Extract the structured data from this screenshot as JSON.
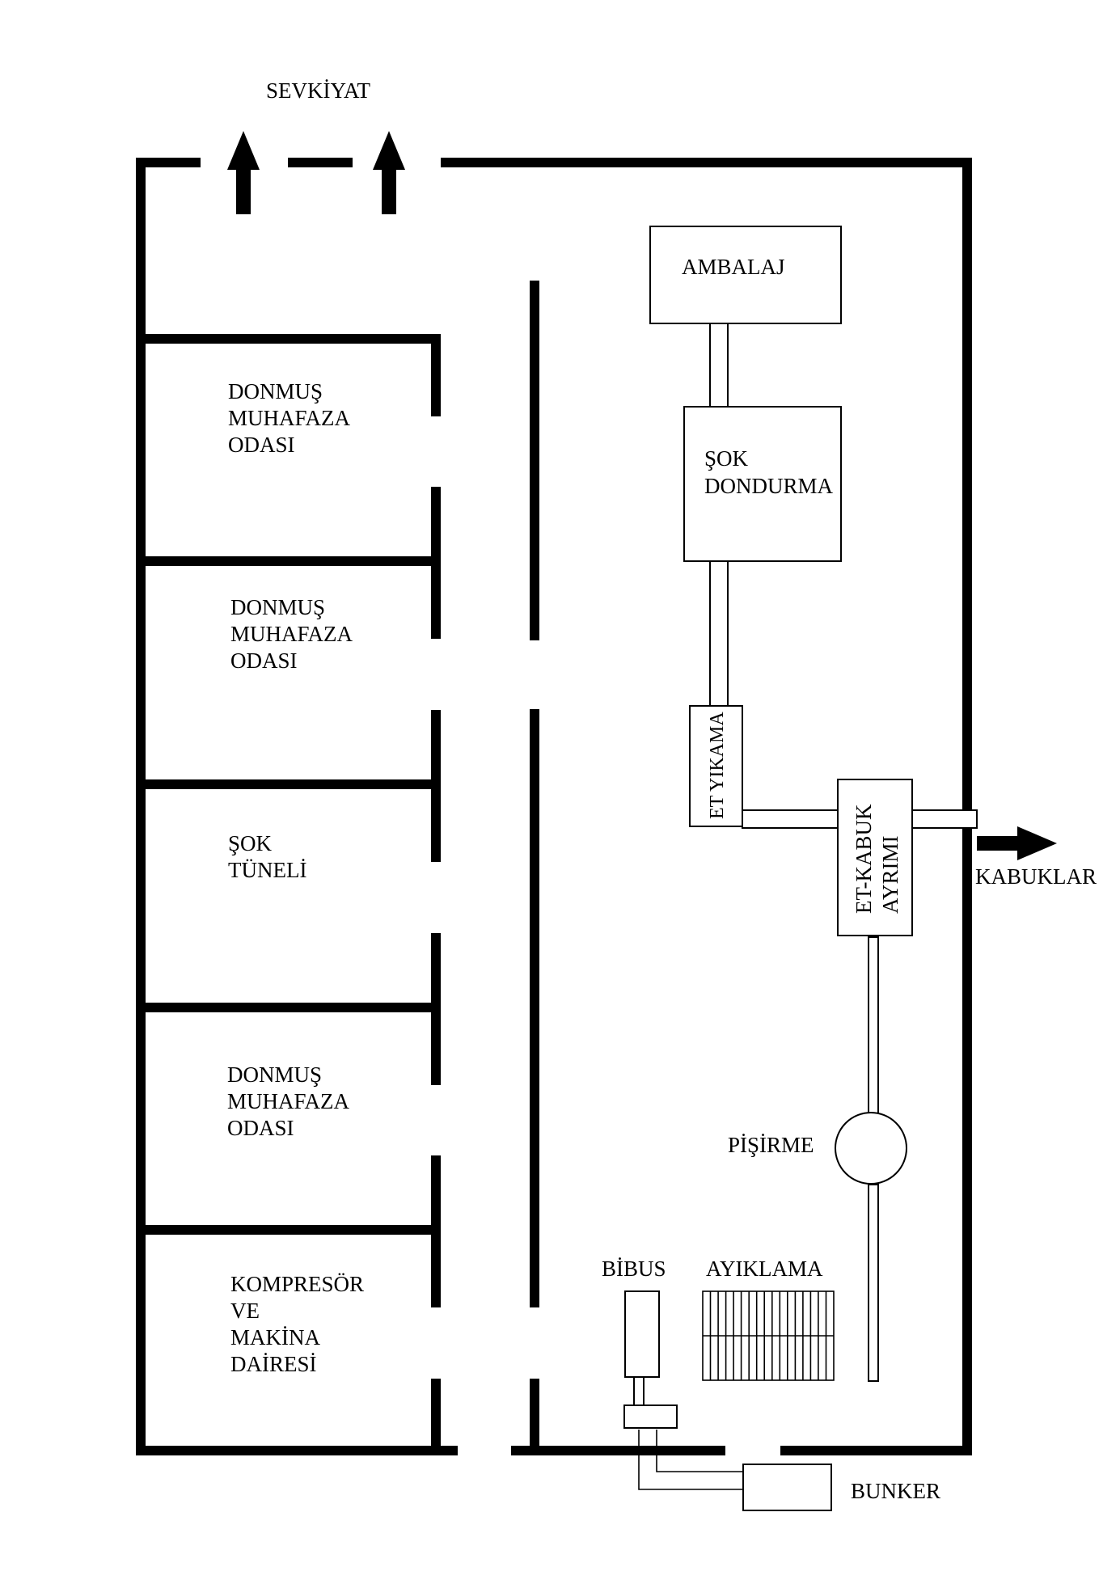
{
  "labels": {
    "shipping": "SEVKİYAT",
    "room1": [
      "DONMUŞ",
      "MUHAFAZA",
      "ODASI"
    ],
    "room2": [
      "DONMUŞ",
      "MUHAFAZA",
      "ODASI"
    ],
    "room3": [
      "ŞOK",
      "TÜNELİ"
    ],
    "room4": [
      "DONMUŞ",
      "MUHAFAZA",
      "ODASI"
    ],
    "room5": [
      "KOMPRESÖR",
      "VE",
      "MAKİNA",
      "DAİRESİ"
    ],
    "packaging": "AMBALAJ",
    "shock_freezing": [
      "ŞOK",
      "DONDURMA"
    ],
    "meat_washing": "ET YIKAMA",
    "meat_shell_separation": [
      "ET-KABUK",
      "AYRIMI"
    ],
    "shells": "KABUKLAR",
    "cooking": "PİŞİRME",
    "bibus": "BİBUS",
    "peeling": "AYIKLAMA",
    "bunker": "BUNKER"
  },
  "colors": {
    "ink": "#000000",
    "paper": "#ffffff"
  }
}
